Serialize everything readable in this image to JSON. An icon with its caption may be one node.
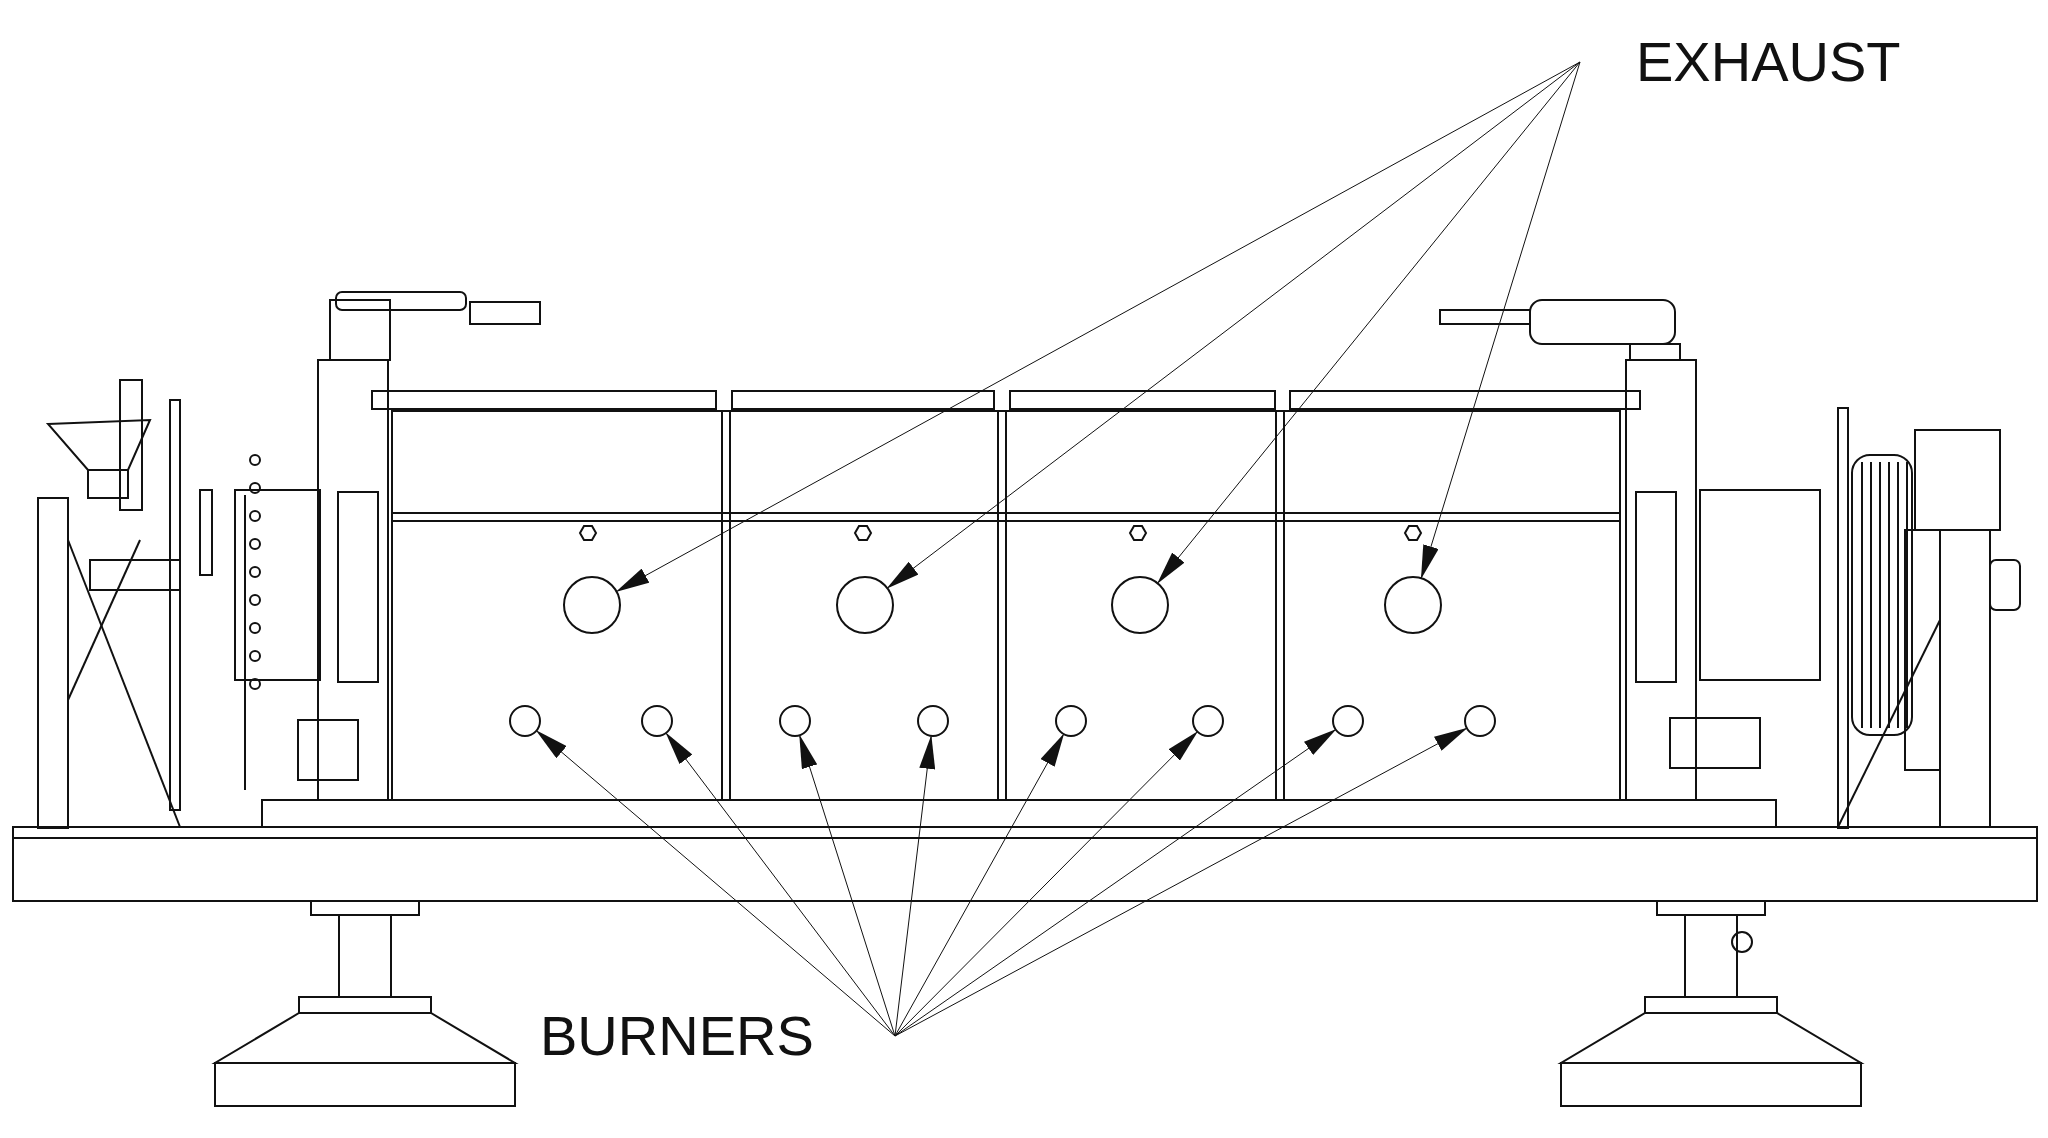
{
  "diagram": {
    "nodes": [
      {
        "text": [
          "EXHAUST"
        ]
      },
      {
        "text": [
          "BURNERS"
        ]
      },
      {
        "text": [],
        "shape": "circle"
      },
      {
        "text": [],
        "shape": "circle"
      },
      {
        "text": [],
        "shape": "circle"
      },
      {
        "text": [],
        "shape": "circle"
      },
      {
        "text": [],
        "shape": "circle"
      },
      {
        "text": [],
        "shape": "circle"
      },
      {
        "text": [],
        "shape": "circle"
      },
      {
        "text": [],
        "shape": "circle"
      },
      {
        "text": [],
        "shape": "circle"
      },
      {
        "text": [],
        "shape": "circle"
      },
      {
        "text": [],
        "shape": "circle"
      },
      {
        "text": [],
        "shape": "circle"
      }
    ],
    "edges": [
      {
        "from": 0,
        "to": 2,
        "arrow": "to"
      },
      {
        "from": 0,
        "to": 3,
        "arrow": "to"
      },
      {
        "from": 0,
        "to": 4,
        "arrow": "to"
      },
      {
        "from": 0,
        "to": 5,
        "arrow": "to"
      },
      {
        "from": 1,
        "to": 6,
        "arrow": "to"
      },
      {
        "from": 1,
        "to": 7,
        "arrow": "to"
      },
      {
        "from": 1,
        "to": 8,
        "arrow": "to"
      },
      {
        "from": 1,
        "to": 9,
        "arrow": "to"
      },
      {
        "from": 1,
        "to": 10,
        "arrow": "to"
      },
      {
        "from": 1,
        "to": 11,
        "arrow": "to"
      },
      {
        "from": 1,
        "to": 12,
        "arrow": "to"
      },
      {
        "from": 1,
        "to": 13,
        "arrow": "to"
      }
    ]
  }
}
